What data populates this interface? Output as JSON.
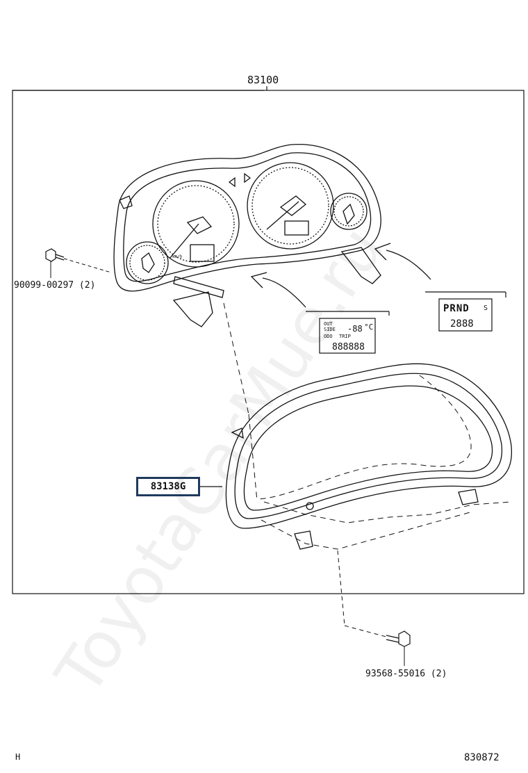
{
  "labels": {
    "assembly": "83100",
    "left_bolt": "90099-00297 (2)",
    "bottom_bolt": "93568-55016 (2)",
    "highlighted_part": "83138G",
    "corner_left": "H",
    "corner_right": "830872"
  },
  "display_text": {
    "outside": "OUT\nSIDE",
    "odo": "ODO",
    "trip": "TRIP",
    "temp_unit": "°C",
    "gear_letters": "PRND",
    "gear_s": "S",
    "speed_unit": "km/h"
  },
  "watermark": "ToyotaCarMue.ru",
  "colors": {
    "line": "#111111",
    "highlight_border": "#1f3a5c"
  }
}
